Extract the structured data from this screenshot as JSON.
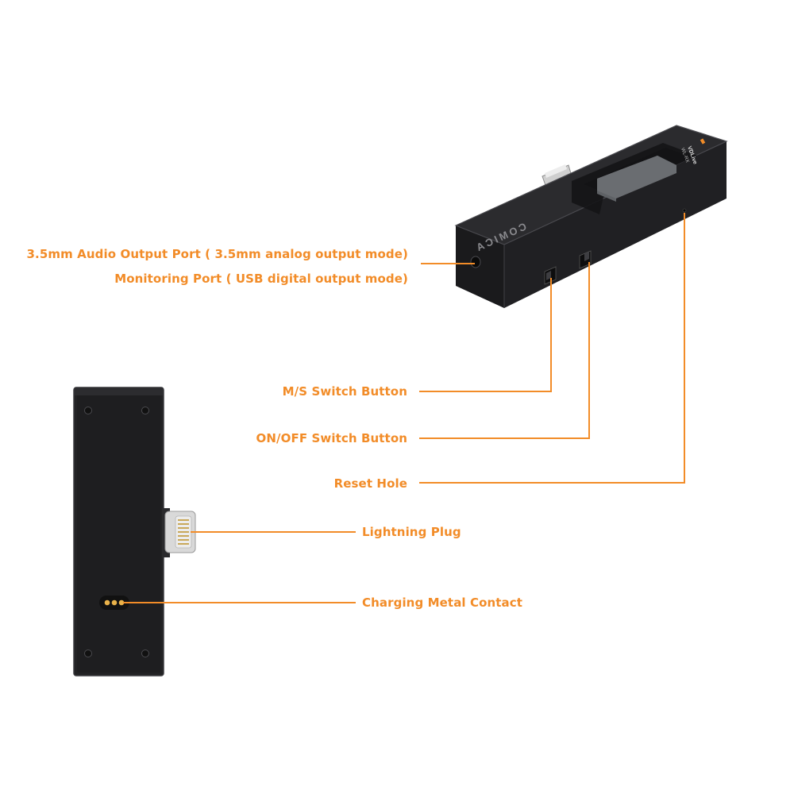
{
  "colors": {
    "accent": "#F28C28",
    "device_body": "#1f1f21",
    "device_edge": "#3a3a3e",
    "screen": "#5b5e62",
    "metal": "#d9d9d9",
    "contact": "#e9b24a"
  },
  "device_top": {
    "brand_text": "COMICA",
    "model_text": "VDLive",
    "submodel_text": "WL-RX"
  },
  "callouts": {
    "audio_output_port": "3.5mm Audio Output Port ( 3.5mm analog output mode)",
    "monitoring_port": "Monitoring Port ( USB digital output mode)",
    "ms_switch": "M/S Switch Button",
    "onoff_switch": "ON/OFF Switch Button",
    "reset_hole": "Reset Hole",
    "lightning_plug": "Lightning Plug",
    "charging_contact": "Charging Metal Contact"
  }
}
